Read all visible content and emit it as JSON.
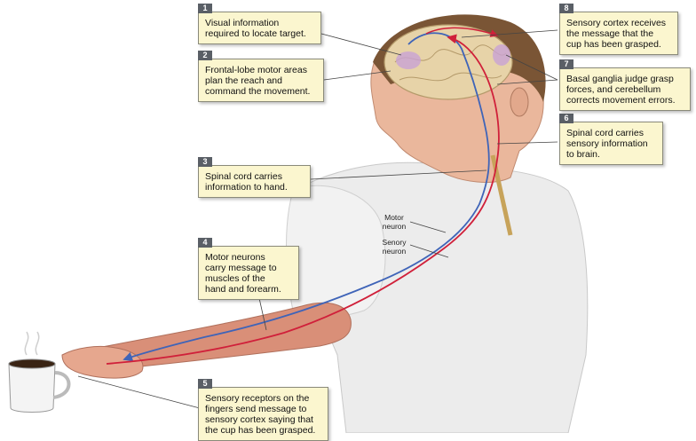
{
  "callouts": [
    {
      "number": "1",
      "text": "Visual information\nrequired to locate target."
    },
    {
      "number": "2",
      "text": "Frontal-lobe motor areas\nplan the reach and\ncommand the movement."
    },
    {
      "number": "3",
      "text": "Spinal cord carries\ninformation to hand."
    },
    {
      "number": "4",
      "text": "Motor neurons\ncarry message to\nmuscles of the\nhand and forearm."
    },
    {
      "number": "5",
      "text": "Sensory receptors on the\nfingers send message to\nsensory cortex saying that\nthe cup has been grasped."
    },
    {
      "number": "6",
      "text": "Spinal cord carries\nsensory information\nto brain."
    },
    {
      "number": "7",
      "text": "Basal ganglia judge grasp\nforces, and cerebellum\ncorrects movement errors."
    },
    {
      "number": "8",
      "text": "Sensory cortex receives\nthe message that the\ncup has been grasped."
    }
  ],
  "labels": {
    "motor_neuron": "Motor\nneuron",
    "sensory_neuron": "Senory\nneuron"
  },
  "colors": {
    "motor_pathway": "#3f64b8",
    "sensory_pathway": "#d0203a",
    "callout_fill": "#fbf6cf",
    "number_tab": "#5a5f66"
  }
}
